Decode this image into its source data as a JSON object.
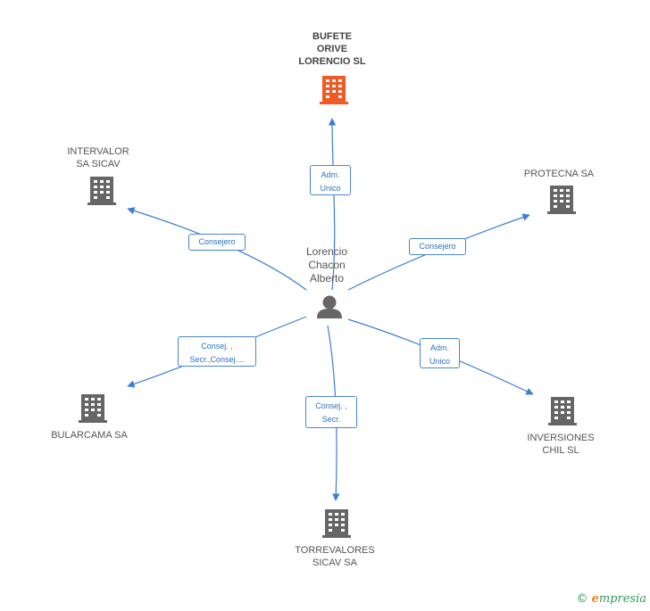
{
  "center": {
    "name": "Lorencio\nChacon\nAlberto",
    "icon": "person-icon"
  },
  "nodes": [
    {
      "id": "bufete",
      "name": "BUFETE\nORIVE\nLORENCIO SL",
      "icon": "building-icon",
      "color": "#f15a24",
      "highlight": true
    },
    {
      "id": "intervalor",
      "name": "INTERVALOR\nSA SICAV",
      "icon": "building-icon",
      "color": "#666666"
    },
    {
      "id": "protecna",
      "name": "PROTECNA SA",
      "icon": "building-icon",
      "color": "#666666"
    },
    {
      "id": "bularcama",
      "name": "BULARCAMA SA",
      "icon": "building-icon",
      "color": "#666666"
    },
    {
      "id": "inversiones",
      "name": "INVERSIONES\nCHIL SL",
      "icon": "building-icon",
      "color": "#666666"
    },
    {
      "id": "torrevalores",
      "name": "TORREVALORES\nSICAV SA",
      "icon": "building-icon",
      "color": "#666666"
    }
  ],
  "edges": [
    {
      "to": "bufete",
      "label": "Adm.\nUnico"
    },
    {
      "to": "intervalor",
      "label": "Consejero"
    },
    {
      "to": "protecna",
      "label": "Consejero"
    },
    {
      "to": "bularcama",
      "label": "Consej. ,\nSecr.,Consej...."
    },
    {
      "to": "inversiones",
      "label": "Adm.\nUnico"
    },
    {
      "to": "torrevalores",
      "label": "Consej. ,\nSecr."
    }
  ],
  "colors": {
    "edge": "#3a7fd5",
    "label_border": "#4a86d0",
    "label_text": "#2f6fbd"
  },
  "footer": {
    "copyright": "©",
    "brand_initial": "e",
    "brand_rest": "mpresia"
  }
}
